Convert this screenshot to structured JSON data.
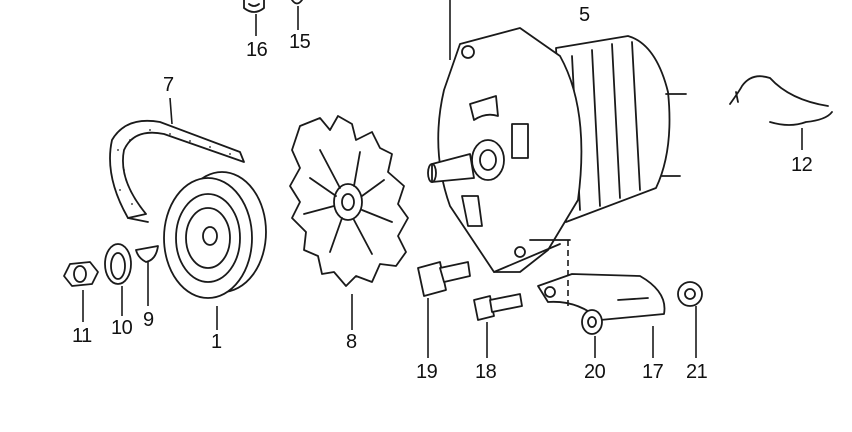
{
  "diagram": {
    "callouts": [
      {
        "id": "p16",
        "text": "16"
      },
      {
        "id": "p15",
        "text": "15"
      },
      {
        "id": "p5",
        "text": "5"
      },
      {
        "id": "p7",
        "text": "7"
      },
      {
        "id": "p12",
        "text": "12"
      },
      {
        "id": "p11",
        "text": "11"
      },
      {
        "id": "p10",
        "text": "10"
      },
      {
        "id": "p9",
        "text": "9"
      },
      {
        "id": "p1",
        "text": "1"
      },
      {
        "id": "p8",
        "text": "8"
      },
      {
        "id": "p19",
        "text": "19"
      },
      {
        "id": "p18",
        "text": "18"
      },
      {
        "id": "p20",
        "text": "20"
      },
      {
        "id": "p17",
        "text": "17"
      },
      {
        "id": "p21",
        "text": "21"
      }
    ]
  }
}
